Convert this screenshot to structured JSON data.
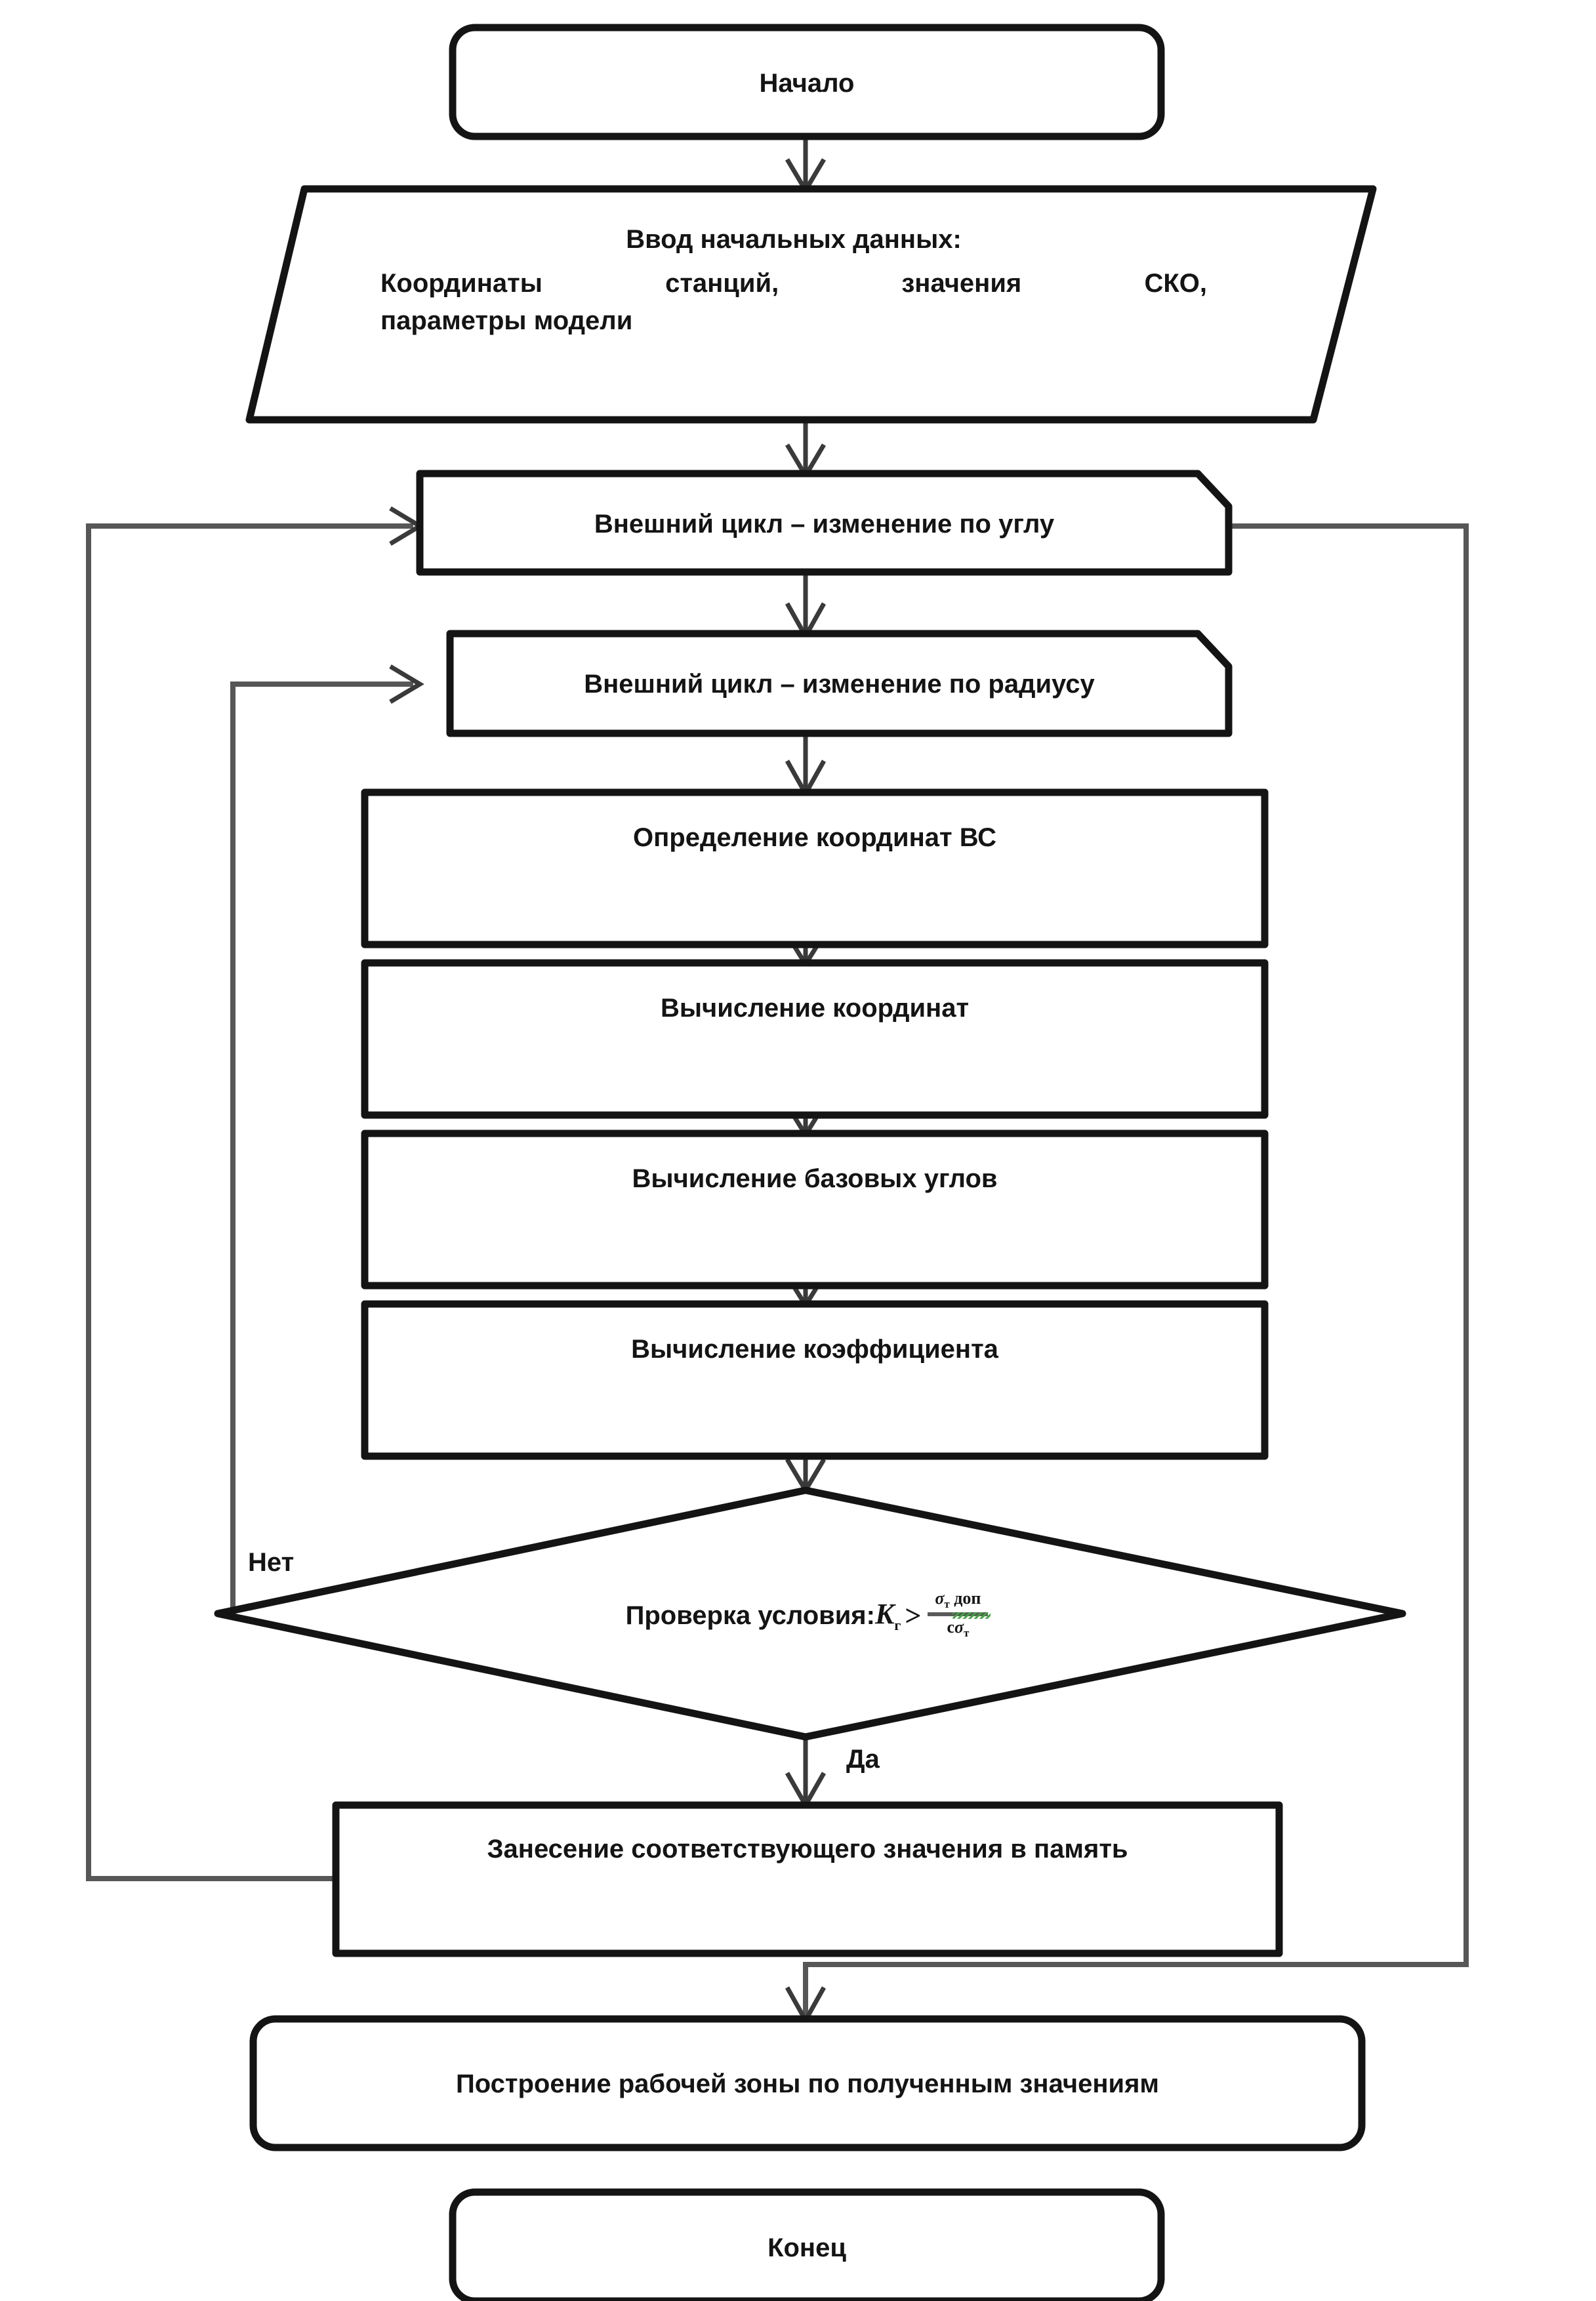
{
  "diagram": {
    "type": "flowchart",
    "language": "ru",
    "orientation": "vertical",
    "colors": {
      "node_stroke": "#141414",
      "node_fill": "#ffffff",
      "connector": "#3a3a3a",
      "loop_connector": "#575757",
      "text": "#141414",
      "spellcheck_underline": "#3fa33f",
      "background": "#ffffff"
    },
    "nodes": [
      {
        "id": "start",
        "shape": "terminal",
        "label": "Начало"
      },
      {
        "id": "input",
        "shape": "parallelogram",
        "label_line_1": "Ввод начальных данных:",
        "label_line_2": "Координаты станций, значения СКО,",
        "label_line_3": "параметры модели"
      },
      {
        "id": "loop_angle",
        "shape": "loop-limit",
        "label": "Внешний цикл – изменение по углу"
      },
      {
        "id": "loop_radius",
        "shape": "loop-limit",
        "label": "Внешний цикл – изменение по радиусу"
      },
      {
        "id": "coord_vs",
        "shape": "process",
        "label": "Определение координат ВС"
      },
      {
        "id": "calc_coord",
        "shape": "process",
        "label": "Вычисление координат"
      },
      {
        "id": "calc_angles",
        "shape": "process",
        "label": "Вычисление базовых углов"
      },
      {
        "id": "calc_coeff",
        "shape": "process",
        "label": "Вычисление коэффициента"
      },
      {
        "id": "decision",
        "shape": "diamond",
        "label_prefix": "Проверка условия:",
        "variable": "K",
        "variable_sub": "г",
        "operator": ">",
        "fraction_numerator": "σ",
        "fraction_numerator_sub": "т",
        "fraction_numerator_suffix": "доп",
        "fraction_denominator_prefix": "c",
        "fraction_denominator": "σ",
        "fraction_denominator_sub": "т",
        "has_spellcheck_underline": true
      },
      {
        "id": "store",
        "shape": "process",
        "label": "Занесение соответствующего значения в память"
      },
      {
        "id": "build",
        "shape": "terminal",
        "label": "Построение рабочей зоны по полученным значениям"
      },
      {
        "id": "end",
        "shape": "terminal",
        "label": "Конец"
      }
    ],
    "branch_labels": {
      "no": "Нет",
      "yes": "Да"
    },
    "edges": [
      {
        "from": "start",
        "to": "input",
        "kind": "arrow"
      },
      {
        "from": "input",
        "to": "loop_angle",
        "kind": "arrow"
      },
      {
        "from": "loop_angle",
        "to": "loop_radius",
        "kind": "arrow"
      },
      {
        "from": "loop_radius",
        "to": "coord_vs",
        "kind": "arrow"
      },
      {
        "from": "coord_vs",
        "to": "calc_coord",
        "kind": "arrow"
      },
      {
        "from": "calc_coord",
        "to": "calc_angles",
        "kind": "arrow"
      },
      {
        "from": "calc_angles",
        "to": "calc_coeff",
        "kind": "arrow"
      },
      {
        "from": "calc_coeff",
        "to": "decision",
        "kind": "arrow"
      },
      {
        "from": "decision",
        "to": "store",
        "kind": "arrow",
        "label": "Да"
      },
      {
        "from": "decision",
        "to": "loop_radius",
        "kind": "feedback-left-inner",
        "label": "Нет"
      },
      {
        "from": "store",
        "to": "loop_angle",
        "kind": "feedback-left-outer"
      },
      {
        "from": "loop_angle",
        "to": "build",
        "kind": "feedback-right"
      },
      {
        "from": "build",
        "to": "end",
        "kind": "arrow"
      }
    ]
  }
}
